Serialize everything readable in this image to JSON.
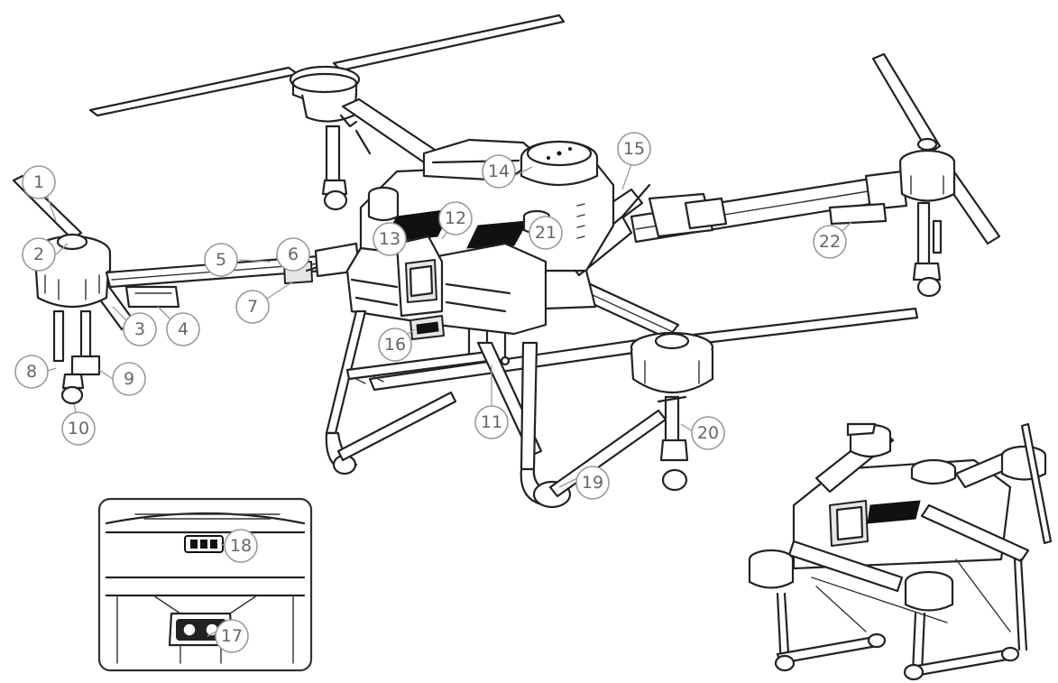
{
  "callouts": [
    {
      "label": "1"
    },
    {
      "label": "2"
    },
    {
      "label": "3"
    },
    {
      "label": "4"
    },
    {
      "label": "5"
    },
    {
      "label": "6"
    },
    {
      "label": "7"
    },
    {
      "label": "8"
    },
    {
      "label": "9"
    },
    {
      "label": "10"
    },
    {
      "label": "11"
    },
    {
      "label": "12"
    },
    {
      "label": "13"
    },
    {
      "label": "14"
    },
    {
      "label": "15"
    },
    {
      "label": "16"
    },
    {
      "label": "17"
    },
    {
      "label": "18"
    },
    {
      "label": "19"
    },
    {
      "label": "20"
    },
    {
      "label": "21"
    },
    {
      "label": "22"
    }
  ]
}
